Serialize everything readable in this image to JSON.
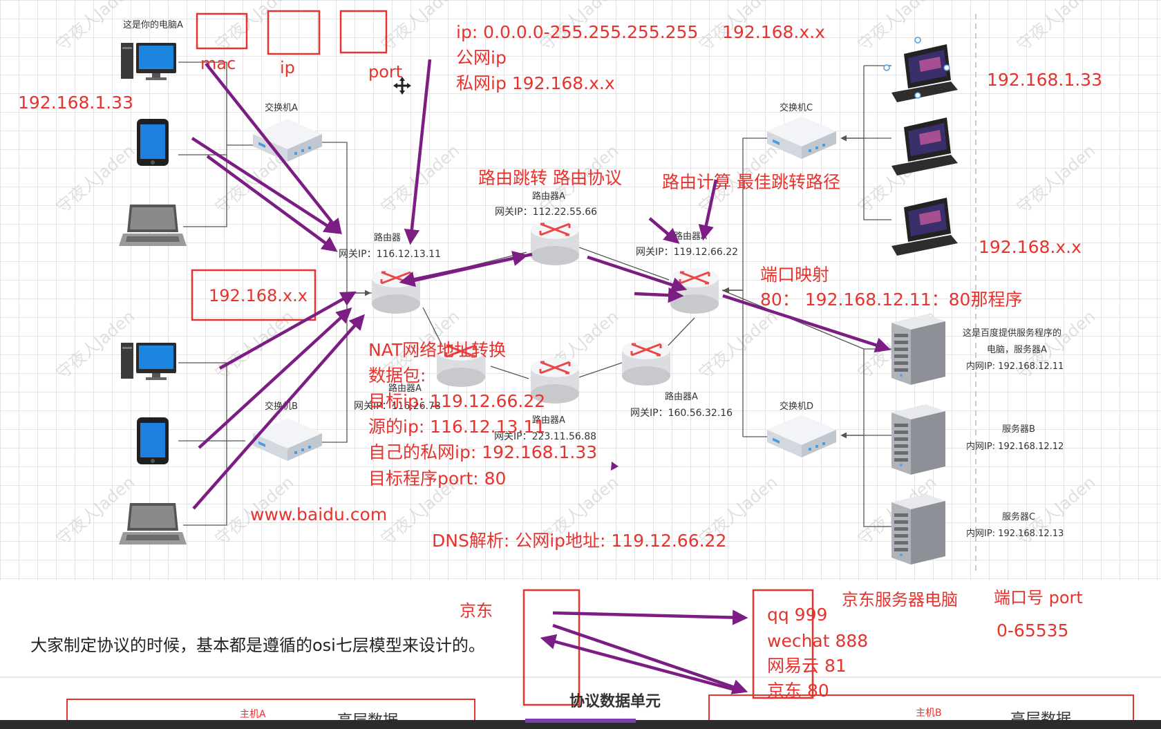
{
  "colors": {
    "annotation_red": "#e8322d",
    "arrow_purple": "#7b1d82",
    "device_label": "#333333",
    "grid": "#e4e4e4"
  },
  "boxes": {
    "mac": "mac",
    "ip": "ip",
    "port": "port"
  },
  "labels": {
    "your_pc": "这是你的电脑A",
    "ip_left": "192.168.1.33",
    "switch_a": "交换机A",
    "switch_b": "交换机B",
    "switch_c": "交换机C",
    "switch_d": "交换机D",
    "local_range_box": "192.168.x.x",
    "router_main_name": "路由器",
    "router_main_ip": "网关IP：116.12.13.11",
    "router_top_name": "路由器A",
    "router_top_ip": "网关IP：112.22.55.66",
    "router_right_name": "路由器A",
    "router_right_ip": "网关IP：119.12.66.22",
    "router_bl_name": "路由器A",
    "router_bl_ip": "网关IP：116.26.78",
    "router_bm_name": "路由器A",
    "router_bm_ip": "网关IP：223.11.56.88",
    "router_br_name": "路由器A",
    "router_br_ip": "网关IP：160.56.32.16",
    "server_a_l1": "这是百度提供服务程序的",
    "server_a_l2": "电脑，服务器A",
    "server_a_ip": "内网IP: 192.168.12.11",
    "server_b_name": "服务器B",
    "server_b_ip": "内网IP: 192.168.12.12",
    "server_c_name": "服务器C",
    "server_c_ip": "内网IP: 192.168.12.13"
  },
  "annotations": {
    "ip_range": "ip:  0.0.0.0-255.255.255.255",
    "ip_range_private": "192.168.x.x",
    "public_ip": "公网ip",
    "private_ip": "私网ip  192.168.x.x",
    "routing_jump": "路由跳转  路由协议",
    "routing_calc": "路由计算  最佳跳转路径",
    "right_top_ip": "192.168.1.33",
    "right_mid_ip": "192.168.x.x",
    "port_mapping": "端口映射",
    "port_mapping_detail": "80：  192.168.12.11：80那程序",
    "nat": "NAT网络地址转换",
    "packet": "数据包:",
    "dest_ip": "目标ip:  119.12.66.22",
    "src_ip": "源的ip:  116.12.13.11",
    "own_private_ip": "自己的私网ip:  192.168.1.33",
    "dest_port": "目标程序port:  80",
    "baidu": "www.baidu.com",
    "dns": "DNS解析: 公网ip地址:  119.12.66.22"
  },
  "lower": {
    "jd": "京东",
    "apps": [
      "qq   999",
      "wechat  888",
      "网易云  81",
      "京东    80"
    ],
    "jd_server": "京东服务器电脑",
    "port_label": "端口号  port",
    "port_range": "0-65535",
    "osi_note": "大家制定协议的时候，基本都是遵循的osi七层模型来设计的。",
    "pdu": "协议数据单元",
    "host_a": "主机A",
    "host_b": "主机B",
    "high_data_a": "高层数据",
    "high_data_b": "高层数据"
  },
  "watermark": "守夜人Jaden"
}
